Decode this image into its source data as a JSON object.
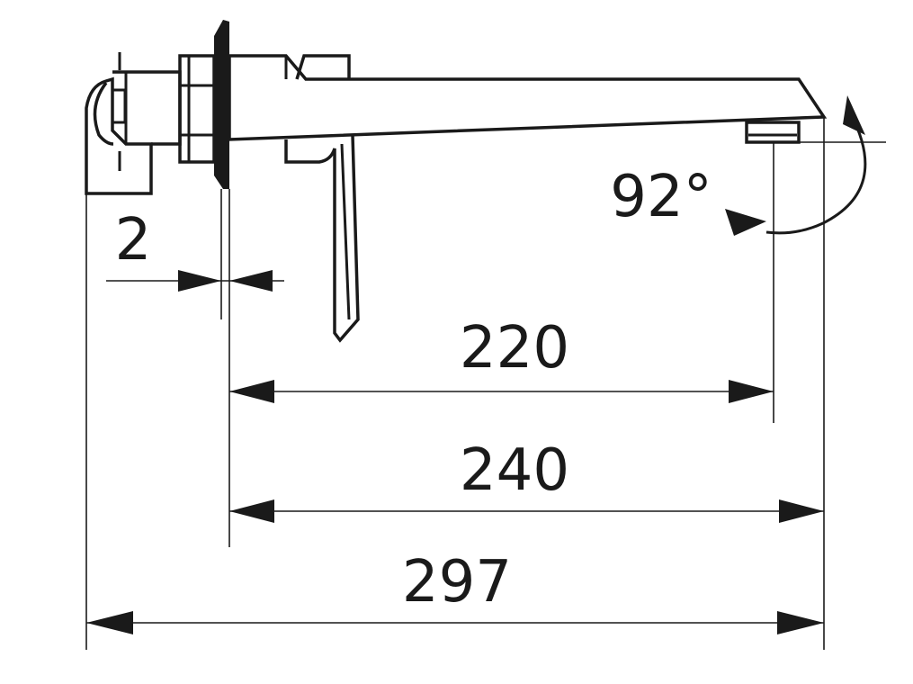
{
  "drawing": {
    "type": "technical-dimension-drawing",
    "subject": "wall-mounted faucet with spout and lever handle, side view",
    "line_color": "#1a1a1a",
    "background_color": "#ffffff"
  },
  "dimensions": {
    "wall_gap": "2",
    "spout_to_outlet": "220",
    "spout_length": "240",
    "overall_length": "297",
    "handle_rotation_angle": "92°"
  }
}
